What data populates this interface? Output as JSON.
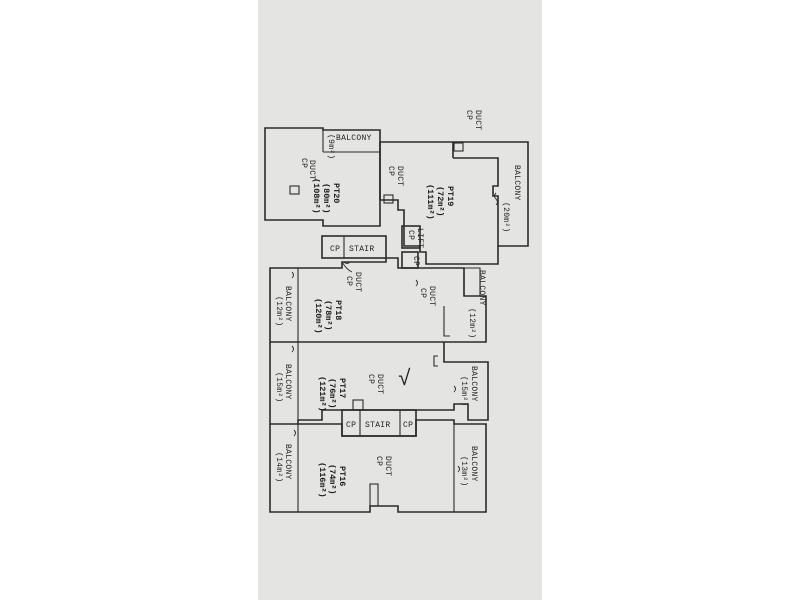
{
  "plan": {
    "units": [
      {
        "id": "PT20",
        "lot": "(80m²)",
        "area": "(108m²)"
      },
      {
        "id": "PT19",
        "lot": "(72m²)",
        "area": "(111m²)"
      },
      {
        "id": "PT18",
        "lot": "(78m²)",
        "area": "(120m²)"
      },
      {
        "id": "PT17",
        "lot": "(76m²)",
        "area": "(121m²)"
      },
      {
        "id": "PT16",
        "lot": "(74m²)",
        "area": "(116m²)"
      }
    ],
    "balconies": [
      {
        "label": "BALCONY",
        "area": "(9m²)"
      },
      {
        "label": "BALCONY",
        "area": "(20m²)"
      },
      {
        "label": "BALCONY",
        "area": "(12m²)"
      },
      {
        "label": "BALCONY",
        "area": "(12m²)"
      },
      {
        "label": "BALCONY",
        "area": "(15m²)"
      },
      {
        "label": "BALCONY",
        "area": "(15m²)"
      },
      {
        "label": "BALCONY",
        "area": "(14m²)"
      },
      {
        "label": "BALCONY",
        "area": "(13m²)"
      }
    ],
    "ducts": [
      {
        "duct": "DUCT",
        "cp": "CP"
      },
      {
        "duct": "DUCT",
        "cp": "CP"
      },
      {
        "duct": "DUCT",
        "cp": "CP"
      },
      {
        "duct": "DUCT",
        "cp": "CP"
      },
      {
        "duct": "DUCT",
        "cp": "CP"
      },
      {
        "duct": "DUCT",
        "cp": "CP"
      },
      {
        "duct": "DUCT",
        "cp": "CP"
      }
    ],
    "stairs": [
      {
        "label": "STAIR",
        "cp_left": "CP"
      },
      {
        "label": "STAIR",
        "cp_left": "CP",
        "cp_right": "CP"
      }
    ],
    "lift": {
      "label": "LIFT",
      "cp": "CP"
    },
    "cp_lobby": "CP",
    "check_mark": "√"
  }
}
